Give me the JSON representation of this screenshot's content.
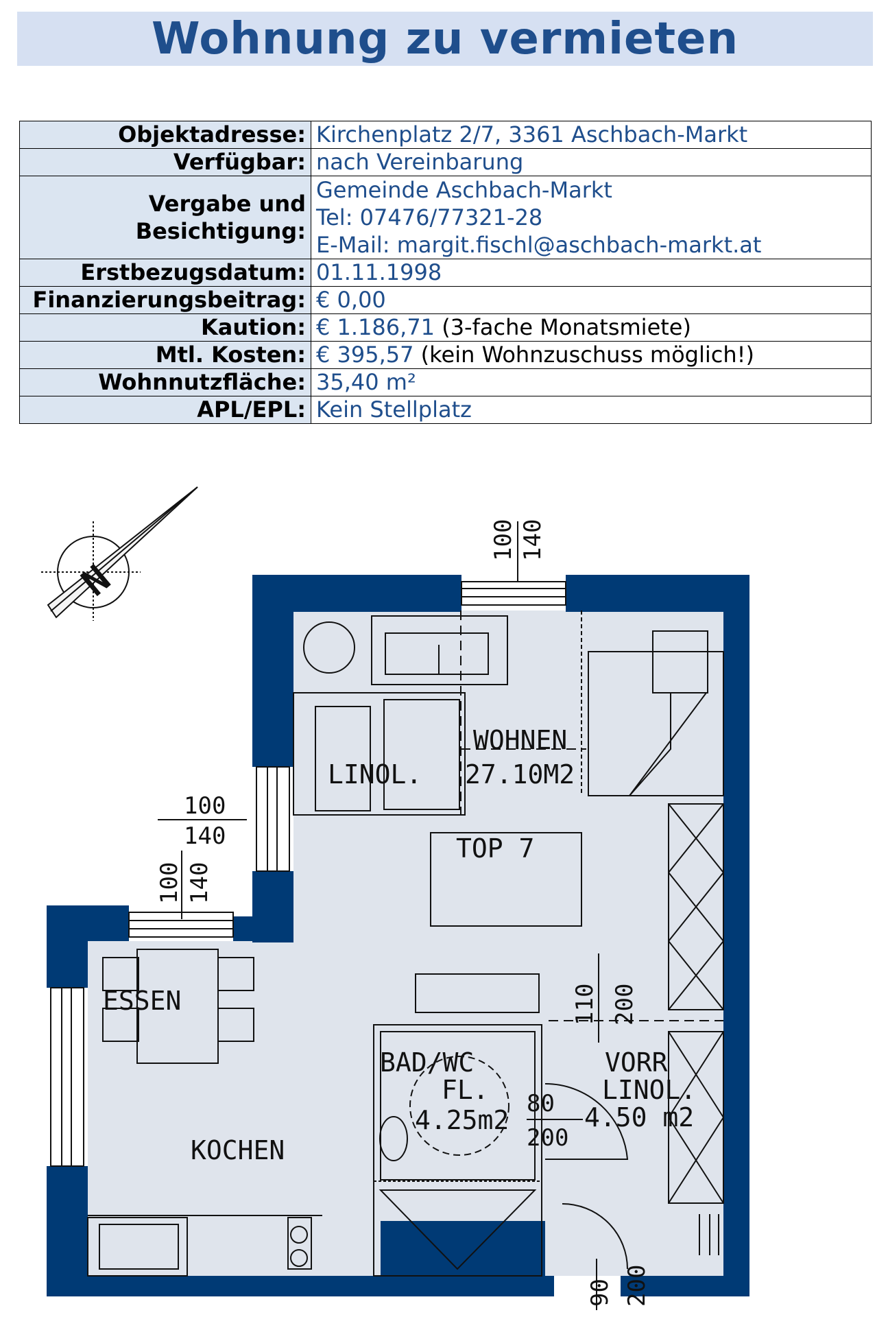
{
  "title": "Wohnung zu vermieten",
  "info": [
    {
      "label": "Objektadresse:",
      "value": "Kirchenplatz 2/7, 3361 Aschbach-Markt"
    },
    {
      "label": "Verfügbar:",
      "value": "nach Vereinbarung"
    },
    {
      "label_lines": [
        "Vergabe und",
        "Besichtigung:"
      ],
      "value_lines": [
        "Gemeinde Aschbach-Markt",
        "Tel: 07476/77321-28",
        "E-Mail: margit.fischl@aschbach-markt.at"
      ]
    },
    {
      "label": "Erstbezugsdatum:",
      "value": "01.11.1998"
    },
    {
      "label": "Finanzierungsbeitrag:",
      "value": "€ 0,00"
    },
    {
      "label": "Kaution:",
      "value": "€ 1.186,71",
      "note": "(3-fache Monatsmiete)"
    },
    {
      "label": "Mtl. Kosten:",
      "value": "€ 395,57",
      "note": "(kein Wohnzuschuss möglich!)"
    },
    {
      "label": "Wohnnutzfläche:",
      "value": "35,40 m²"
    },
    {
      "label": "APL/EPL:",
      "value": "Kein Stellplatz"
    }
  ],
  "floorplan": {
    "rooms": {
      "wohnen": {
        "name": "WOHNEN",
        "floor": "LINOL.",
        "area": "27.10M2",
        "unit": "TOP 7"
      },
      "essen": {
        "name": "ESSEN"
      },
      "kochen": {
        "name": "KOCHEN"
      },
      "bad": {
        "name": "BAD/WC",
        "floor": "FL.",
        "area": "4.25m2"
      },
      "vorr": {
        "name": "VORR",
        "floor": "LINOL.",
        "area": "4.50 m2"
      }
    },
    "dimensions": {
      "win_top_a": "100",
      "win_top_b": "140",
      "win_left_a": "100",
      "win_left_b": "140",
      "win_essen_a": "100",
      "win_essen_b": "140",
      "door_vorr_a": "110",
      "door_vorr_b": "200",
      "door_bad_a": "80",
      "door_bad_b": "200",
      "door_entry_a": "90",
      "door_entry_b": "200"
    },
    "compass_label": "N",
    "colors": {
      "wall": "#003a75",
      "floor": "#dfe4ec"
    }
  }
}
